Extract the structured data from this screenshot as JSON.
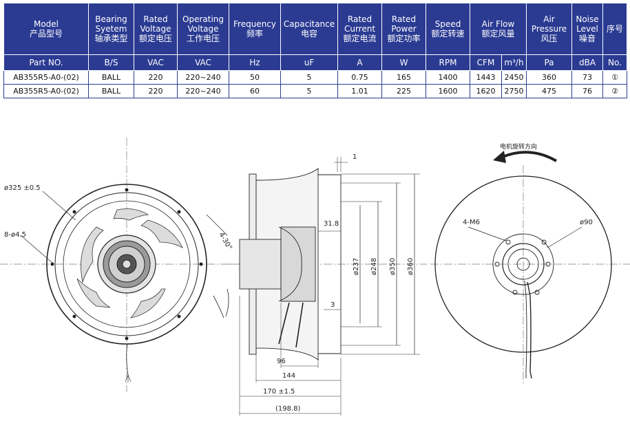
{
  "header": [
    {
      "en": "Model",
      "zh": "产品型号"
    },
    {
      "en": "Bearing Syetem",
      "zh": "轴承类型"
    },
    {
      "en": "Rated Voltage",
      "zh": "额定电压"
    },
    {
      "en": "Operating Voltage",
      "zh": "工作电压"
    },
    {
      "en": "Frequency",
      "zh": "频率"
    },
    {
      "en": "Capacitance",
      "zh": "电容"
    },
    {
      "en": "Rated Current",
      "zh": "额定电流"
    },
    {
      "en": "Rated Power",
      "zh": "额定功率"
    },
    {
      "en": "Speed",
      "zh": "额定转速"
    },
    {
      "en": "Air Flow",
      "zh": "额定风量"
    },
    {
      "en": "Air Pressure",
      "zh": "风压"
    },
    {
      "en": "Noise Level",
      "zh": "噪音"
    },
    {
      "en": "",
      "zh": "序号"
    }
  ],
  "units": [
    "Part NO.",
    "B/S",
    "VAC",
    "VAC",
    "Hz",
    "uF",
    "A",
    "W",
    "RPM",
    "CFM",
    "m³/h",
    "Pa",
    "dBA",
    "No."
  ],
  "rows": [
    [
      "AB355R5-A0-(02)",
      "BALL",
      "220",
      "220~240",
      "50",
      "5",
      "0.75",
      "165",
      "1400",
      "1443",
      "2450",
      "360",
      "73",
      "①"
    ],
    [
      "AB355R5-A0-(02)",
      "BALL",
      "220",
      "220~240",
      "60",
      "5",
      "1.01",
      "225",
      "1600",
      "1620",
      "2750",
      "475",
      "76",
      "②"
    ]
  ],
  "drawing": {
    "front": {
      "dia_label": "ø325 ±0.5",
      "holes_label": "8-ø4.5",
      "angle_label": "4-30°"
    },
    "side": {
      "d237": "ø237",
      "d248": "ø248",
      "d350": "ø350",
      "d360": "ø360",
      "dim_1": "1",
      "dim_31_8": "31.8",
      "dim_3": "3",
      "dim_96": "96",
      "dim_144": "144",
      "dim_170": "170 ±1.5",
      "dim_198": "(198.8)"
    },
    "rear": {
      "rotation_label": "电机旋转方向",
      "screws_label": "4-M6",
      "hub_label": "ø90"
    }
  }
}
